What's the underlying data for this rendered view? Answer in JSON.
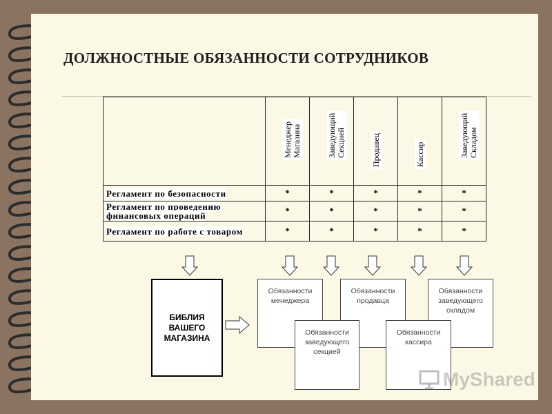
{
  "title": "ДОЛЖНОСТНЫЕ ОБЯЗАННОСТИ СОТРУДНИКОВ",
  "table": {
    "headers": [
      "Менеджер\nМагазина",
      "Заведующий\nСекцией",
      "Продавец",
      "Кассир",
      "Заведующий\nСкладом"
    ],
    "rows": [
      {
        "label": "Регламент по безопасности",
        "marks": [
          "*",
          "*",
          "*",
          "*",
          "*"
        ]
      },
      {
        "label": "Регламент по проведению финансовых операций",
        "marks": [
          "*",
          "*",
          "*",
          "*",
          "*"
        ]
      },
      {
        "label": "Регламент по работе с товаром",
        "marks": [
          "*",
          "*",
          "*",
          "*",
          "*"
        ]
      }
    ]
  },
  "bible_label": "БИБЛИЯ ВАШЕГО МАГАЗИНА",
  "duties": {
    "manager": "Обязанности менеджера",
    "seller": "Обязанности продавца",
    "warehouse": "Обязанности заведующего складом",
    "section": "Обязанности заведующего секцией",
    "cashier": "Обязанности кассира"
  },
  "watermark": "MyShared"
}
